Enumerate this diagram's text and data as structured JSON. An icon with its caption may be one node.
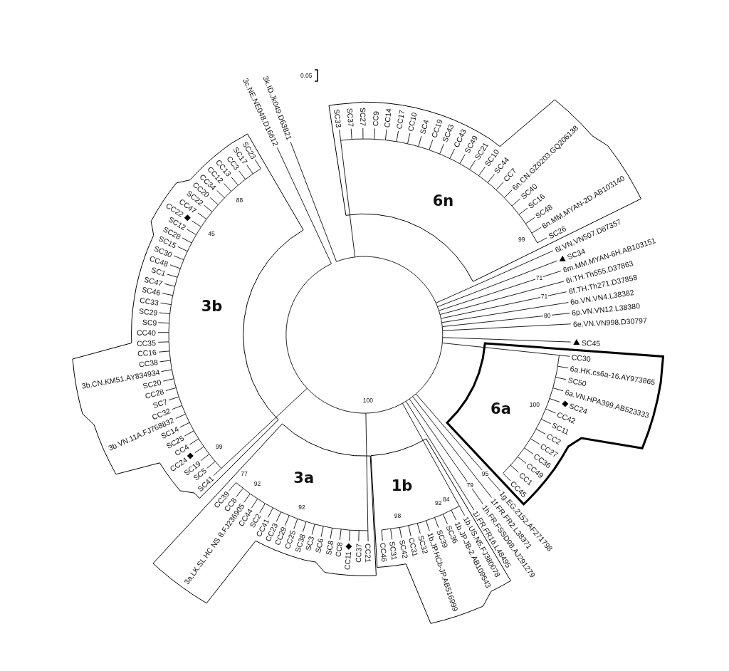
{
  "diagram": {
    "nodes": [
      {
        "text": [
          "6n"
        ]
      },
      {
        "text": [
          "3b"
        ]
      },
      {
        "text": [
          "6a"
        ]
      },
      {
        "text": [
          "1b"
        ]
      },
      {
        "text": [
          "3a"
        ]
      }
    ],
    "labels": [
      "3k.ID.Jk049.D63821",
      "SC33",
      "SC37",
      "SC27",
      "CC9",
      "CC14",
      "CC17",
      "CC10",
      "SC4",
      "CC19",
      "SC43",
      "CC43",
      "SC49",
      "SC21",
      "SC10",
      "SC44",
      "CC7",
      "6n.CN.GZ0203.GQ206138",
      "SC40",
      "SC16",
      "SC48",
      "6n.MM.MYAN-2D.AB103140",
      "SC26",
      "6l.VN.VN507.D87357",
      "SC34",
      "6m.MM.MYAN-6H.AB103151",
      "6i.TH.Th555.D37863",
      "6f.TH.Th271.D37858",
      "6o.VN.VN4.L38382",
      "6p.VN.VN12.L38380",
      "6e.VN.VN998.D30797",
      "SC45",
      "CC30",
      "6a.HK.cs6a-16.AY973865",
      "SC50",
      "6a.VN.HPA399.AB523333",
      "SC24",
      "CC42",
      "SC11",
      "CC2",
      "CC27",
      "CC36",
      "CC49",
      "CC1",
      "CC45",
      "1g.EG.2152.AF271798",
      "1f.FR.FR2.L38371",
      "1h.FR.FSSD98.AJ291279",
      "1i.FR.FR16.L48495",
      "1b.US.N5.FJ380078",
      "1b.JP.JB-2.AB109543",
      "SC36",
      "SC39",
      "1b.JP.HCb-JP.AB516999",
      "SC32",
      "CC31",
      "SC42",
      "SC31",
      "CC46",
      "CC21",
      "CC37",
      "CC11",
      "CC8",
      "SC8",
      "SC6",
      "SC3",
      "SC38",
      "CC25",
      "CC29",
      "CC23",
      "CC41",
      "SC2",
      "CC44",
      "3a.LK.SL HC NS 8.FJ236905",
      "CC8",
      "CC39",
      "SC41",
      "SC5",
      "SC19",
      "CC24",
      "CC4",
      "SC25",
      "SC14",
      "3b.VN.11A.FJ768832",
      "CC32",
      "SC7",
      "CC28",
      "SC20",
      "3b.CN.KM51.AY834934",
      "CC38",
      "CC16",
      "CC35",
      "CC40",
      "SC9",
      "SC29",
      "CC33",
      "SC46",
      "SC47",
      "SC1",
      "CC48",
      "SC30",
      "SC15",
      "SC28",
      "SC12",
      "CC22",
      "CC47",
      "SC22",
      "CC20",
      "CC34",
      "CC12",
      "CC13",
      "CC3",
      "SC17",
      "SC23",
      "3c.NE.NE048.D16612",
      "88",
      "45",
      "99",
      "71",
      "71",
      "80",
      "100",
      "95",
      "79",
      "84",
      "92",
      "98",
      "100",
      "77",
      "99",
      "92",
      "92",
      "0.05"
    ]
  }
}
